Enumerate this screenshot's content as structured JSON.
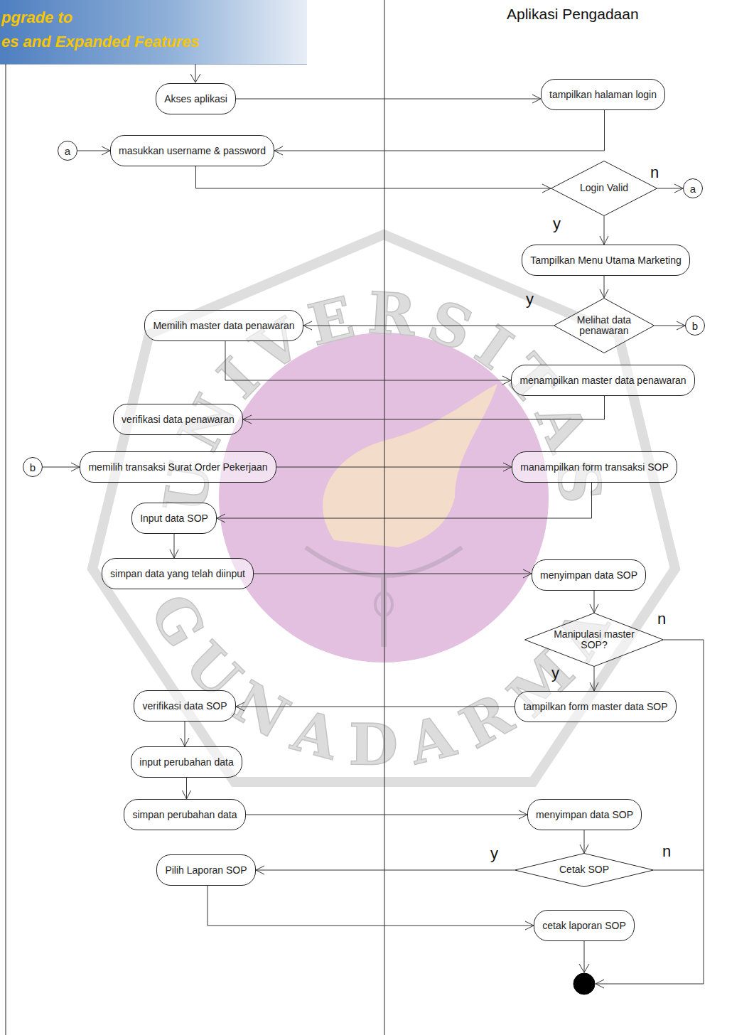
{
  "diagram": {
    "nodes": [
      {
        "text": [
          "Akses aplikasi"
        ]
      },
      {
        "text": [
          "tampilkan halaman login"
        ]
      },
      {
        "text": [
          "a"
        ]
      },
      {
        "text": [
          "masukkan username & password"
        ]
      },
      {
        "text": [
          "Login Valid"
        ]
      },
      {
        "text": [
          "a"
        ]
      },
      {
        "text": [
          "Tampilkan Menu Utama Marketing"
        ]
      },
      {
        "text": [
          "Memilih master data penawaran"
        ]
      },
      {
        "text": [
          "Melihat data penawaran"
        ]
      },
      {
        "text": [
          "b"
        ]
      },
      {
        "text": [
          "menampilkan master data penawaran"
        ]
      },
      {
        "text": [
          "verifikasi data penawaran"
        ]
      },
      {
        "text": [
          "b"
        ]
      },
      {
        "text": [
          "memilih transaksi Surat Order Pekerjaan"
        ]
      },
      {
        "text": [
          "manampilkan form transaksi SOP"
        ]
      },
      {
        "text": [
          "Input data SOP"
        ]
      },
      {
        "text": [
          "simpan data yang telah diinput"
        ]
      },
      {
        "text": [
          "menyimpan data SOP"
        ]
      },
      {
        "text": [
          "Manipulasi master SOP?"
        ]
      },
      {
        "text": [
          "verifikasi data SOP"
        ]
      },
      {
        "text": [
          "tampilkan form master data SOP"
        ]
      },
      {
        "text": [
          "input perubahan data"
        ]
      },
      {
        "text": [
          "simpan perubahan data"
        ]
      },
      {
        "text": [
          "menyimpan data SOP"
        ]
      },
      {
        "text": [
          "Cetak SOP"
        ]
      },
      {
        "text": [
          "Pilih Laporan SOP"
        ]
      },
      {
        "text": [
          "cetak laporan SOP"
        ]
      }
    ],
    "edges": [
      {
        "from": 0,
        "to": 1,
        "arrow": "to"
      },
      {
        "from": 1,
        "to": 3,
        "arrow": "to"
      },
      {
        "from": 2,
        "to": 3,
        "arrow": "to"
      },
      {
        "from": 3,
        "to": 4,
        "arrow": "to"
      },
      {
        "from": 4,
        "to": 5,
        "label": "n",
        "arrow": "to"
      },
      {
        "from": 4,
        "to": 6,
        "label": "y",
        "arrow": "to"
      },
      {
        "from": 6,
        "to": 8,
        "arrow": "to"
      },
      {
        "from": 8,
        "to": 7,
        "label": "y",
        "arrow": "to"
      },
      {
        "from": 8,
        "to": 9,
        "arrow": "to"
      },
      {
        "from": 7,
        "to": 10,
        "arrow": "to"
      },
      {
        "from": 10,
        "to": 11,
        "arrow": "to"
      },
      {
        "from": 12,
        "to": 13,
        "arrow": "to"
      },
      {
        "from": 13,
        "to": 14,
        "arrow": "to"
      },
      {
        "from": 14,
        "to": 15,
        "arrow": "to"
      },
      {
        "from": 15,
        "to": 16,
        "arrow": "to"
      },
      {
        "from": 16,
        "to": 17,
        "arrow": "to"
      },
      {
        "from": 17,
        "to": 18,
        "arrow": "to"
      },
      {
        "from": 18,
        "to": 20,
        "label": "y",
        "arrow": "to"
      },
      {
        "from": 20,
        "to": 19,
        "arrow": "to"
      },
      {
        "from": 19,
        "to": 21,
        "arrow": "to"
      },
      {
        "from": 21,
        "to": 22,
        "arrow": "to"
      },
      {
        "from": 22,
        "to": 23,
        "arrow": "to"
      },
      {
        "from": 23,
        "to": 24,
        "arrow": "to"
      },
      {
        "from": 24,
        "to": 25,
        "label": "y",
        "arrow": "to"
      },
      {
        "from": 25,
        "to": 26,
        "arrow": "to"
      }
    ],
    "labels": [
      "pgrade to",
      "es and Expanded Features",
      "Aplikasi Pengadaan",
      "UNIVERSITAS",
      "GUNADARMA",
      "n",
      "n"
    ]
  }
}
